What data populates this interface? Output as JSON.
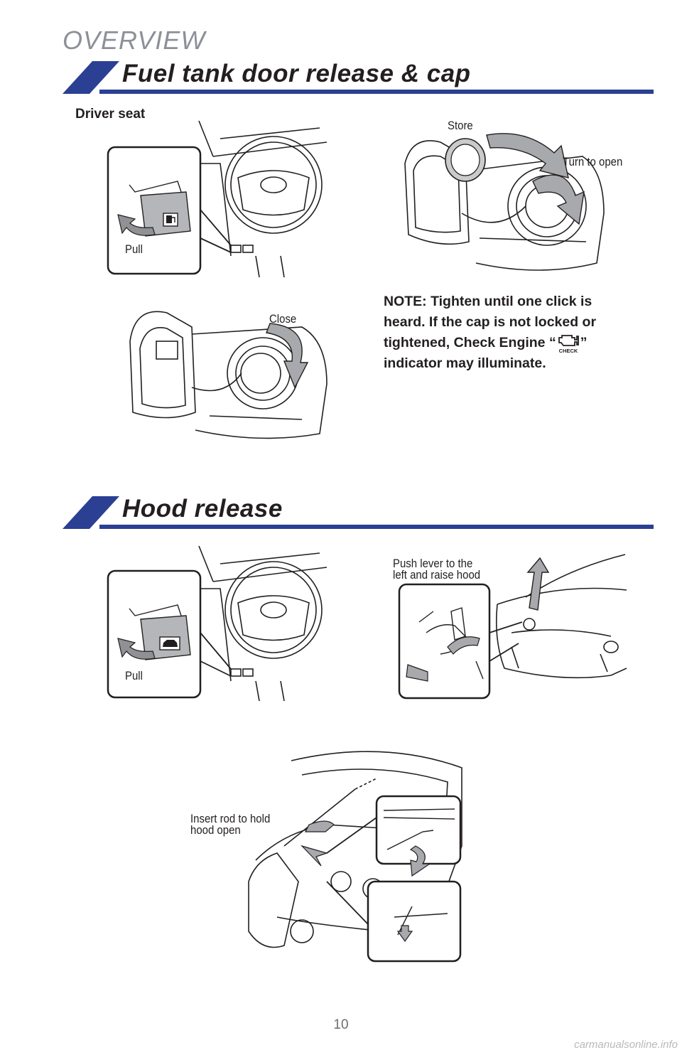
{
  "header": {
    "overview": "OVERVIEW"
  },
  "fuel_section": {
    "title": "Fuel tank door release & cap",
    "driver_seat": "Driver seat",
    "pull": "Pull",
    "store": "Store",
    "turn_to_open": "Turn to open",
    "close": "Close",
    "note_line1": "NOTE: Tighten until one click is",
    "note_line2": "heard. If the cap is not locked or",
    "note_line3_before": "tightened, Check Engine “",
    "note_line3_after": "”",
    "note_line4": "indicator may illuminate.",
    "check_label": "CHECK"
  },
  "hood_section": {
    "title": "Hood release",
    "pull": "Pull",
    "push_lever_1": "Push lever to the",
    "push_lever_2": "left and raise hood",
    "insert_rod_1": "Insert rod to hold",
    "insert_rod_2": "hood open"
  },
  "footer": {
    "page_number": "10",
    "watermark": "carmanualsonline.info"
  },
  "colors": {
    "accent_blue": "#2b3f93",
    "gray_text": "#8c9097",
    "arrow_gray": "#9a9ca0"
  },
  "icons": [
    "check-engine-icon",
    "fuel-pump-icon",
    "car-hood-icon",
    "curved-arrow-icon"
  ]
}
